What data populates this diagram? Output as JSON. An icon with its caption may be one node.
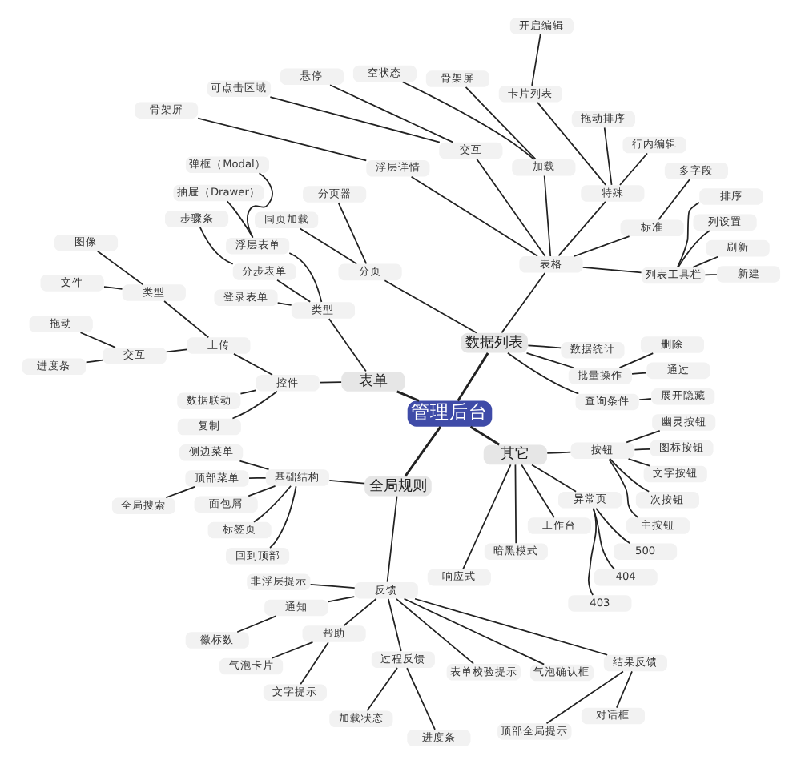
{
  "diagram": {
    "nodes": [
      {
        "text": [
          "管理后台"
        ]
      },
      {
        "text": [
          "数据列表"
        ]
      },
      {
        "text": [
          "查询条件"
        ]
      },
      {
        "text": [
          "展开隐藏"
        ]
      },
      {
        "text": [
          "批量操作"
        ]
      },
      {
        "text": [
          "通过"
        ]
      },
      {
        "text": [
          "删除"
        ]
      },
      {
        "text": [
          "数据统计"
        ]
      },
      {
        "text": [
          "表格"
        ]
      },
      {
        "text": [
          "列表工具栏"
        ]
      },
      {
        "text": [
          "新建"
        ]
      },
      {
        "text": [
          "刷新"
        ]
      },
      {
        "text": [
          "列设置"
        ]
      },
      {
        "text": [
          "排序"
        ]
      },
      {
        "text": [
          "标准"
        ]
      },
      {
        "text": [
          "多字段"
        ]
      },
      {
        "text": [
          "特殊"
        ]
      },
      {
        "text": [
          "行内编辑"
        ]
      },
      {
        "text": [
          "拖动排序"
        ]
      },
      {
        "text": [
          "卡片列表"
        ]
      },
      {
        "text": [
          "开启编辑"
        ]
      },
      {
        "text": [
          "加载"
        ]
      },
      {
        "text": [
          "骨架屏"
        ]
      },
      {
        "text": [
          "空状态"
        ]
      },
      {
        "text": [
          "交互"
        ]
      },
      {
        "text": [
          "悬停"
        ]
      },
      {
        "text": [
          "可点击区域"
        ]
      },
      {
        "text": [
          "浮层详情"
        ]
      },
      {
        "text": [
          "骨架屏"
        ]
      },
      {
        "text": [
          "分页"
        ]
      },
      {
        "text": [
          "分页器"
        ]
      },
      {
        "text": [
          "同页加载"
        ]
      },
      {
        "text": [
          "表单"
        ]
      },
      {
        "text": [
          "类型"
        ]
      },
      {
        "text": [
          "浮层表单"
        ]
      },
      {
        "text": [
          "弹框（Modal）"
        ]
      },
      {
        "text": [
          "抽屉（Drawer）"
        ]
      },
      {
        "text": [
          "分步表单"
        ]
      },
      {
        "text": [
          "步骤条"
        ]
      },
      {
        "text": [
          "登录表单"
        ]
      },
      {
        "text": [
          "控件"
        ]
      },
      {
        "text": [
          "上传"
        ]
      },
      {
        "text": [
          "类型"
        ]
      },
      {
        "text": [
          "图像"
        ]
      },
      {
        "text": [
          "文件"
        ]
      },
      {
        "text": [
          "交互"
        ]
      },
      {
        "text": [
          "拖动"
        ]
      },
      {
        "text": [
          "进度条"
        ]
      },
      {
        "text": [
          "数据联动"
        ]
      },
      {
        "text": [
          "复制"
        ]
      },
      {
        "text": [
          "全局规则"
        ]
      },
      {
        "text": [
          "基础结构"
        ]
      },
      {
        "text": [
          "侧边菜单"
        ]
      },
      {
        "text": [
          "顶部菜单"
        ]
      },
      {
        "text": [
          "全局搜索"
        ]
      },
      {
        "text": [
          "面包屑"
        ]
      },
      {
        "text": [
          "标签页"
        ]
      },
      {
        "text": [
          "回到顶部"
        ]
      },
      {
        "text": [
          "反馈"
        ]
      },
      {
        "text": [
          "非浮层提示"
        ]
      },
      {
        "text": [
          "通知"
        ]
      },
      {
        "text": [
          "徽标数"
        ]
      },
      {
        "text": [
          "帮助"
        ]
      },
      {
        "text": [
          "气泡卡片"
        ]
      },
      {
        "text": [
          "文字提示"
        ]
      },
      {
        "text": [
          "过程反馈"
        ]
      },
      {
        "text": [
          "加载状态"
        ]
      },
      {
        "text": [
          "进度条"
        ]
      },
      {
        "text": [
          "表单校验提示"
        ]
      },
      {
        "text": [
          "气泡确认框"
        ]
      },
      {
        "text": [
          "结果反馈"
        ]
      },
      {
        "text": [
          "顶部全局提示"
        ]
      },
      {
        "text": [
          "对话框"
        ]
      },
      {
        "text": [
          "其它"
        ]
      },
      {
        "text": [
          "响应式"
        ]
      },
      {
        "text": [
          "暗黑模式"
        ]
      },
      {
        "text": [
          "工作台"
        ]
      },
      {
        "text": [
          "异常页"
        ]
      },
      {
        "text": [
          "403"
        ]
      },
      {
        "text": [
          "404"
        ]
      },
      {
        "text": [
          "500"
        ]
      },
      {
        "text": [
          "按钮"
        ]
      },
      {
        "text": [
          "主按钮"
        ]
      },
      {
        "text": [
          "次按钮"
        ]
      },
      {
        "text": [
          "文字按钮"
        ]
      },
      {
        "text": [
          "图标按钮"
        ]
      },
      {
        "text": [
          "幽灵按钮"
        ]
      }
    ],
    "edges": [
      {
        "from": 0,
        "to": 1,
        "arrow": "none"
      },
      {
        "from": 1,
        "to": 2,
        "arrow": "none"
      },
      {
        "from": 2,
        "to": 3,
        "arrow": "none"
      },
      {
        "from": 1,
        "to": 4,
        "arrow": "none"
      },
      {
        "from": 4,
        "to": 5,
        "arrow": "none"
      },
      {
        "from": 4,
        "to": 6,
        "arrow": "none"
      },
      {
        "from": 1,
        "to": 7,
        "arrow": "none"
      },
      {
        "from": 1,
        "to": 8,
        "arrow": "none"
      },
      {
        "from": 8,
        "to": 9,
        "arrow": "none"
      },
      {
        "from": 9,
        "to": 10,
        "arrow": "none"
      },
      {
        "from": 9,
        "to": 11,
        "arrow": "none"
      },
      {
        "from": 9,
        "to": 12,
        "arrow": "none"
      },
      {
        "from": 9,
        "to": 13,
        "arrow": "none"
      },
      {
        "from": 8,
        "to": 14,
        "arrow": "none"
      },
      {
        "from": 14,
        "to": 15,
        "arrow": "none"
      },
      {
        "from": 8,
        "to": 16,
        "arrow": "none"
      },
      {
        "from": 16,
        "to": 17,
        "arrow": "none"
      },
      {
        "from": 16,
        "to": 18,
        "arrow": "none"
      },
      {
        "from": 16,
        "to": 19,
        "arrow": "none"
      },
      {
        "from": 19,
        "to": 20,
        "arrow": "none"
      },
      {
        "from": 8,
        "to": 21,
        "arrow": "none"
      },
      {
        "from": 21,
        "to": 22,
        "arrow": "none"
      },
      {
        "from": 21,
        "to": 23,
        "arrow": "none"
      },
      {
        "from": 8,
        "to": 24,
        "arrow": "none"
      },
      {
        "from": 24,
        "to": 25,
        "arrow": "none"
      },
      {
        "from": 24,
        "to": 26,
        "arrow": "none"
      },
      {
        "from": 8,
        "to": 27,
        "arrow": "none"
      },
      {
        "from": 27,
        "to": 28,
        "arrow": "none"
      },
      {
        "from": 1,
        "to": 29,
        "arrow": "none"
      },
      {
        "from": 29,
        "to": 30,
        "arrow": "none"
      },
      {
        "from": 29,
        "to": 31,
        "arrow": "none"
      },
      {
        "from": 0,
        "to": 32,
        "arrow": "none"
      },
      {
        "from": 32,
        "to": 33,
        "arrow": "none"
      },
      {
        "from": 33,
        "to": 34,
        "arrow": "none"
      },
      {
        "from": 34,
        "to": 35,
        "arrow": "none"
      },
      {
        "from": 34,
        "to": 36,
        "arrow": "none"
      },
      {
        "from": 33,
        "to": 37,
        "arrow": "none"
      },
      {
        "from": 37,
        "to": 38,
        "arrow": "none"
      },
      {
        "from": 33,
        "to": 39,
        "arrow": "none"
      },
      {
        "from": 32,
        "to": 40,
        "arrow": "none"
      },
      {
        "from": 40,
        "to": 41,
        "arrow": "none"
      },
      {
        "from": 41,
        "to": 42,
        "arrow": "none"
      },
      {
        "from": 42,
        "to": 43,
        "arrow": "none"
      },
      {
        "from": 42,
        "to": 44,
        "arrow": "none"
      },
      {
        "from": 41,
        "to": 45,
        "arrow": "none"
      },
      {
        "from": 45,
        "to": 46,
        "arrow": "none"
      },
      {
        "from": 45,
        "to": 47,
        "arrow": "none"
      },
      {
        "from": 40,
        "to": 48,
        "arrow": "none"
      },
      {
        "from": 40,
        "to": 49,
        "arrow": "none"
      },
      {
        "from": 0,
        "to": 50,
        "arrow": "none"
      },
      {
        "from": 50,
        "to": 51,
        "arrow": "none"
      },
      {
        "from": 51,
        "to": 52,
        "arrow": "none"
      },
      {
        "from": 51,
        "to": 53,
        "arrow": "none"
      },
      {
        "from": 53,
        "to": 54,
        "arrow": "none"
      },
      {
        "from": 51,
        "to": 55,
        "arrow": "none"
      },
      {
        "from": 51,
        "to": 56,
        "arrow": "none"
      },
      {
        "from": 51,
        "to": 57,
        "arrow": "none"
      },
      {
        "from": 50,
        "to": 58,
        "arrow": "none"
      },
      {
        "from": 58,
        "to": 59,
        "arrow": "none"
      },
      {
        "from": 58,
        "to": 60,
        "arrow": "none"
      },
      {
        "from": 60,
        "to": 61,
        "arrow": "none"
      },
      {
        "from": 58,
        "to": 62,
        "arrow": "none"
      },
      {
        "from": 62,
        "to": 63,
        "arrow": "none"
      },
      {
        "from": 62,
        "to": 64,
        "arrow": "none"
      },
      {
        "from": 58,
        "to": 65,
        "arrow": "none"
      },
      {
        "from": 65,
        "to": 66,
        "arrow": "none"
      },
      {
        "from": 65,
        "to": 67,
        "arrow": "none"
      },
      {
        "from": 58,
        "to": 68,
        "arrow": "none"
      },
      {
        "from": 58,
        "to": 69,
        "arrow": "none"
      },
      {
        "from": 58,
        "to": 70,
        "arrow": "none"
      },
      {
        "from": 70,
        "to": 71,
        "arrow": "none"
      },
      {
        "from": 70,
        "to": 72,
        "arrow": "none"
      },
      {
        "from": 0,
        "to": 73,
        "arrow": "none"
      },
      {
        "from": 73,
        "to": 74,
        "arrow": "none"
      },
      {
        "from": 73,
        "to": 75,
        "arrow": "none"
      },
      {
        "from": 73,
        "to": 76,
        "arrow": "none"
      },
      {
        "from": 73,
        "to": 77,
        "arrow": "none"
      },
      {
        "from": 77,
        "to": 78,
        "arrow": "none"
      },
      {
        "from": 77,
        "to": 79,
        "arrow": "none"
      },
      {
        "from": 77,
        "to": 80,
        "arrow": "none"
      },
      {
        "from": 73,
        "to": 81,
        "arrow": "none"
      },
      {
        "from": 81,
        "to": 82,
        "arrow": "none"
      },
      {
        "from": 81,
        "to": 83,
        "arrow": "none"
      },
      {
        "from": 81,
        "to": 84,
        "arrow": "none"
      },
      {
        "from": 81,
        "to": 85,
        "arrow": "none"
      },
      {
        "from": 81,
        "to": 86,
        "arrow": "none"
      }
    ]
  }
}
